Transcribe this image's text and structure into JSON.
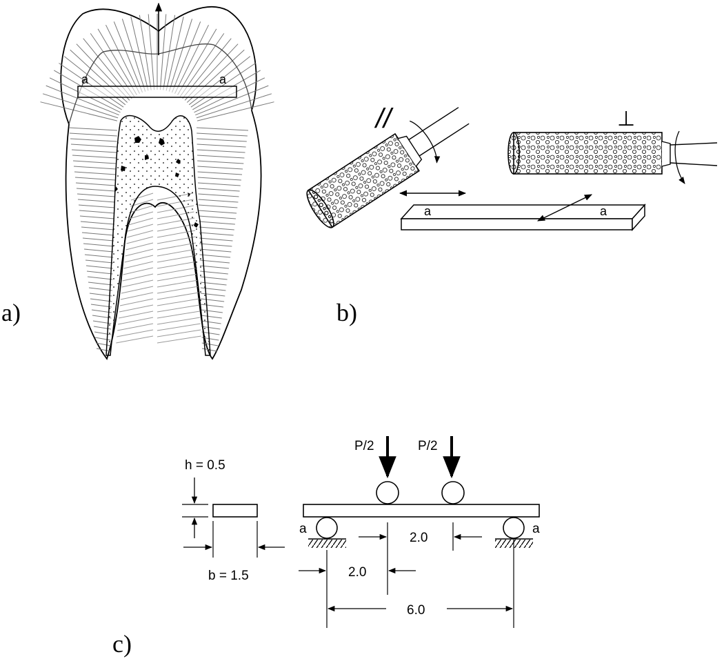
{
  "panels": {
    "a": {
      "label": "a)",
      "bar_left": "a",
      "bar_right": "a"
    },
    "b": {
      "label": "b)",
      "parallel_symbol": "//",
      "perp_symbol": "⊥",
      "bar_left": "a",
      "bar_right": "a"
    },
    "c": {
      "label": "c)",
      "load_left": "P/2",
      "load_right": "P/2",
      "height": "h = 0.5",
      "width": "b = 1.5",
      "support_left": "a",
      "support_right": "a",
      "dim_inner": "2.0",
      "dim_lower": "2.0",
      "dim_span": "6.0"
    }
  }
}
